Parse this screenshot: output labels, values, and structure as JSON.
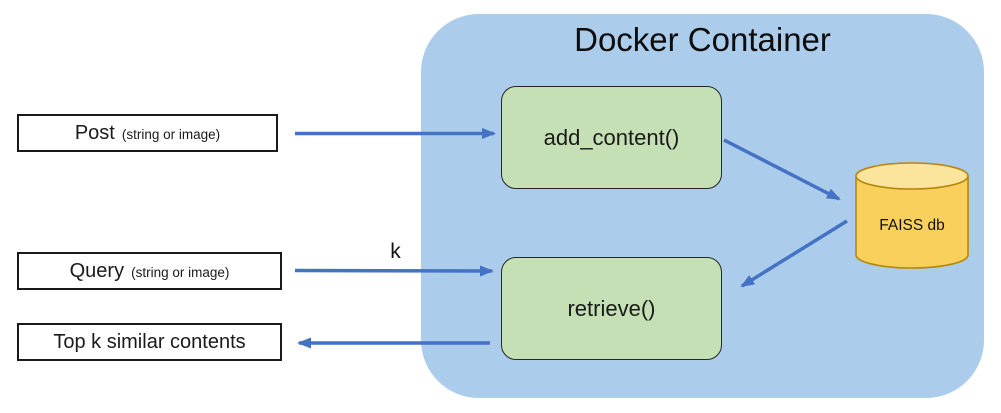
{
  "title": "Docker Container",
  "post_box": {
    "label": "Post",
    "sublabel": "(string or image)"
  },
  "query_box": {
    "label": "Query",
    "sublabel": "(string or image)"
  },
  "result_box": {
    "label": "Top k similar contents"
  },
  "add_content_box": {
    "label": "add_content()"
  },
  "retrieve_box": {
    "label": "retrieve()"
  },
  "db": {
    "label": "FAISS db"
  },
  "k_annotation": "k",
  "colors": {
    "container_fill": "#ABCCEA",
    "arrow": "#4472C4",
    "function_fill": "#C5E0B4",
    "io_box_border": "#1a1a1a",
    "db_body_fill": "#F9D05B",
    "db_top_fill": "#FBE49C",
    "db_stroke": "#B8860B"
  }
}
